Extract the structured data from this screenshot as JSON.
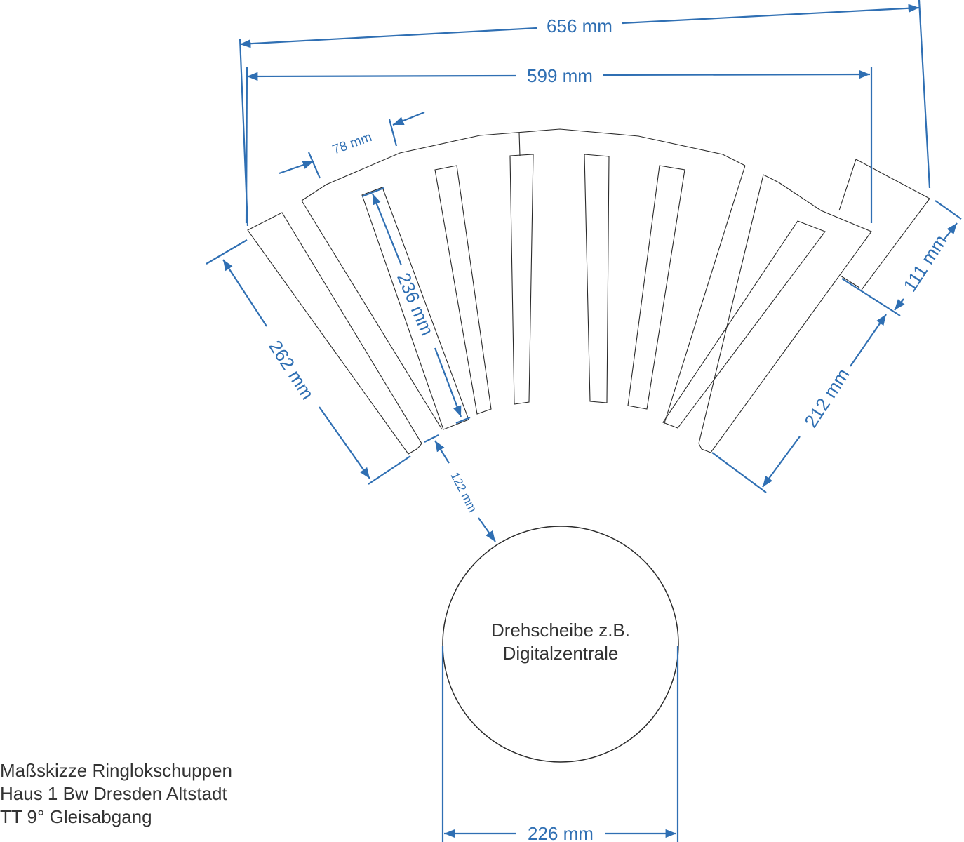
{
  "title_lines": [
    "Maßskizze Ringlokschuppen",
    "Haus 1 Bw Dresden Altstadt",
    "TT 9° Gleisabgang"
  ],
  "turntable": {
    "line1": "Drehscheibe z.B.",
    "line2": "Digitalzentrale"
  },
  "dimensions": {
    "overall_width": "656 mm",
    "shed_width": "599 mm",
    "stall_spacing": "78 mm",
    "left_building_length": "262 mm",
    "stall_length": "236 mm",
    "turntable_gap": "122 mm",
    "right_building_length": "212 mm",
    "annex_length": "111 mm",
    "turntable_diameter": "226 mm"
  },
  "colors": {
    "dimension": "#2f6fb3",
    "outline": "#2b2b2b"
  }
}
